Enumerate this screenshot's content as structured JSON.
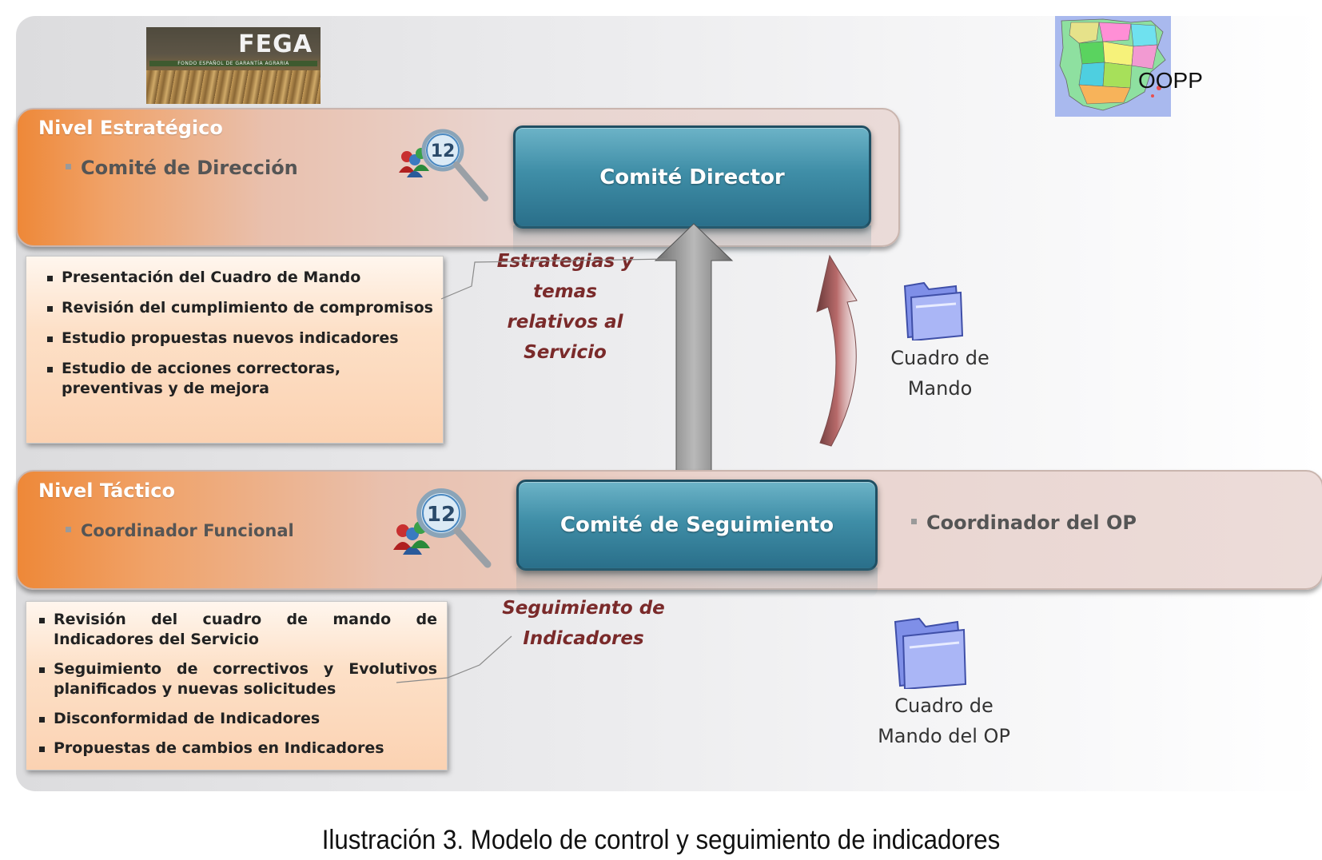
{
  "logos": {
    "fega_title": "FEGA",
    "fega_subtitle": "FONDO ESPAÑOL DE GARANTÍA AGRARIA",
    "oopp_label": "OOPP"
  },
  "strategic": {
    "title": "Nivel Estratégico",
    "sub": "Comité de Dirección",
    "committee": "Comité Director",
    "items": [
      "Presentación del Cuadro de Mando",
      "Revisión del cumplimiento de compromisos",
      "Estudio propuestas nuevos indicadores",
      "Estudio de acciones correctoras, preventivas y de mejora"
    ],
    "arrow_label_line1": "Estrategias y temas",
    "arrow_label_line2": "relativos al Servicio",
    "folder_line1": "Cuadro de",
    "folder_line2": "Mando"
  },
  "tactical": {
    "title": "Nivel Táctico",
    "sub": "Coordinador Funcional",
    "committee": "Comité de Seguimiento",
    "right_sub": "Coordinador del OP",
    "items": [
      "Revisión del cuadro de mando de Indicadores del Servicio",
      "Seguimiento de correctivos y Evolutivos planificados y nuevas solicitudes",
      "Disconformidad de Indicadores",
      "Propuestas de cambios en Indicadores"
    ],
    "label_line1": "Seguimiento de",
    "label_line2": "Indicadores",
    "folder_line1": "Cuadro de",
    "folder_line2": "Mando del OP"
  },
  "caption": "Ilustración 3. Modelo de control y seguimiento de indicadores",
  "colors": {
    "orange": "#ee8838",
    "committee_blue": "#3f8ea7",
    "label_red": "#7a2a2a"
  }
}
